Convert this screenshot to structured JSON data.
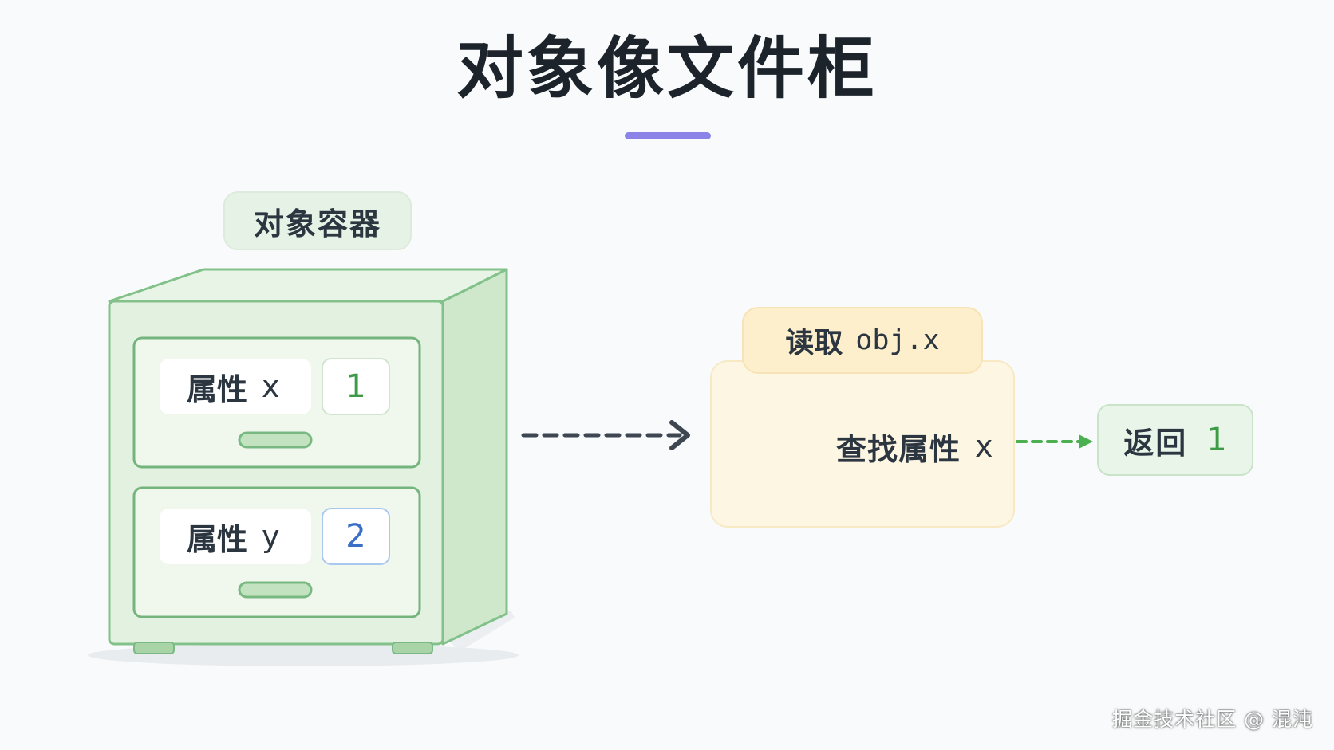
{
  "title": "对象像文件柜",
  "container_label": "对象容器",
  "drawers": [
    {
      "label": "属性",
      "var": "x",
      "value": "1"
    },
    {
      "label": "属性",
      "var": "y",
      "value": "2"
    }
  ],
  "read_step": {
    "label": "读取",
    "code": "obj.x"
  },
  "lookup": {
    "label": "查找属性",
    "var": "x"
  },
  "result": {
    "label": "返回",
    "value": "1"
  },
  "watermark": "掘金技术社区 @ 混沌",
  "colors": {
    "cabinet_fill": "#e3f1e1",
    "cabinet_stroke": "#82c28a",
    "accent_purple": "#8b83e8",
    "value_green": "#3d9b46",
    "value_blue": "#3b6fc7",
    "lookup_fill": "#fdf6e3",
    "magnifier_gold": "#e7b12e",
    "arrow_dark": "#3e4652",
    "arrow_green": "#4caf50"
  },
  "icons": [
    "file-cabinet-icon",
    "drawer-handle-icon",
    "magnifier-icon",
    "arrow-right-icon"
  ]
}
